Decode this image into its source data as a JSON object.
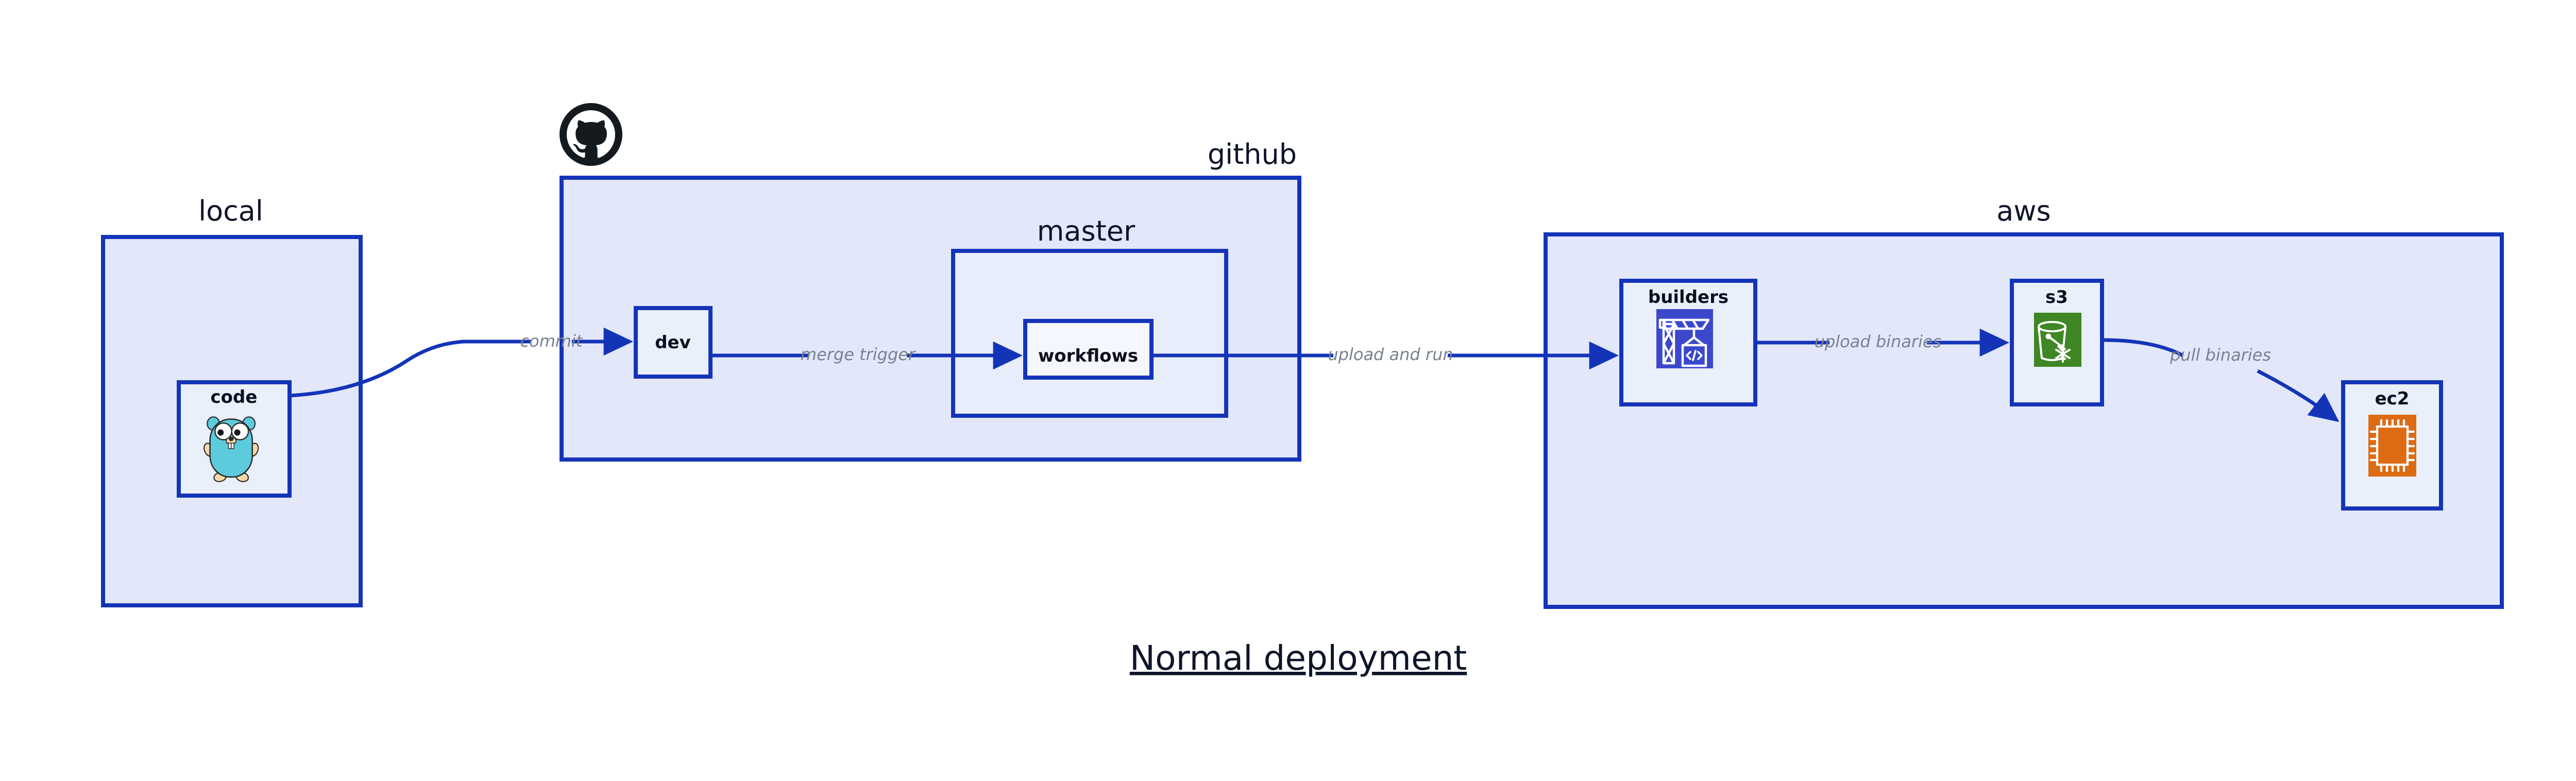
{
  "diagram": {
    "title": "Normal deployment",
    "background": "#ffffff",
    "accent_border": "#1434B8",
    "container_fill": "#E2E7FA",
    "node_fill": "#EAEFFC",
    "label_color": "#0F1529",
    "edge_label_color": "#7A8190"
  },
  "containers": [
    {
      "id": "local",
      "label": "local",
      "label_align": "center",
      "icon": null
    },
    {
      "id": "github",
      "label": "github",
      "label_align": "right",
      "icon": "github-octocat-icon"
    },
    {
      "id": "master",
      "label": "master",
      "label_align": "center",
      "icon": null
    },
    {
      "id": "aws",
      "label": "aws",
      "label_align": "center",
      "icon": null
    }
  ],
  "nodes": [
    {
      "id": "code",
      "label": "code",
      "parent": "local",
      "icon": "go-gopher-icon",
      "icon_colors": {
        "body": "#5CCCDD",
        "outline": "#2B2B2B",
        "accent": "#F6D8A8"
      }
    },
    {
      "id": "dev",
      "label": "dev",
      "parent": "github",
      "icon": null
    },
    {
      "id": "workflows",
      "label": "workflows",
      "parent": "master",
      "icon": null
    },
    {
      "id": "builders",
      "label": "builders",
      "parent": "aws",
      "icon": "aws-codebuild-icon",
      "icon_colors": {
        "background": "#3B48CC",
        "glyph": "#FFFFFF"
      }
    },
    {
      "id": "s3",
      "label": "s3",
      "parent": "aws",
      "icon": "aws-s3-glacier-bucket-icon",
      "icon_colors": {
        "background": "#3F8624",
        "glyph": "#FFFFFF"
      }
    },
    {
      "id": "ec2",
      "label": "ec2",
      "parent": "aws",
      "icon": "aws-ec2-chip-icon",
      "icon_colors": {
        "background": "#DD6B14",
        "glyph": "#FFFFFF"
      }
    }
  ],
  "edges": [
    {
      "id": "code-to-dev",
      "from": "code",
      "to": "dev",
      "label": "commit"
    },
    {
      "id": "dev-to-workflows",
      "from": "dev",
      "to": "workflows",
      "label": "merge trigger"
    },
    {
      "id": "workflows-to-builders",
      "from": "workflows",
      "to": "builders",
      "label": "upload and run"
    },
    {
      "id": "builders-to-s3",
      "from": "builders",
      "to": "s3",
      "label": "upload binaries"
    },
    {
      "id": "s3-to-ec2",
      "from": "s3",
      "to": "ec2",
      "label": "pull binaries"
    }
  ]
}
